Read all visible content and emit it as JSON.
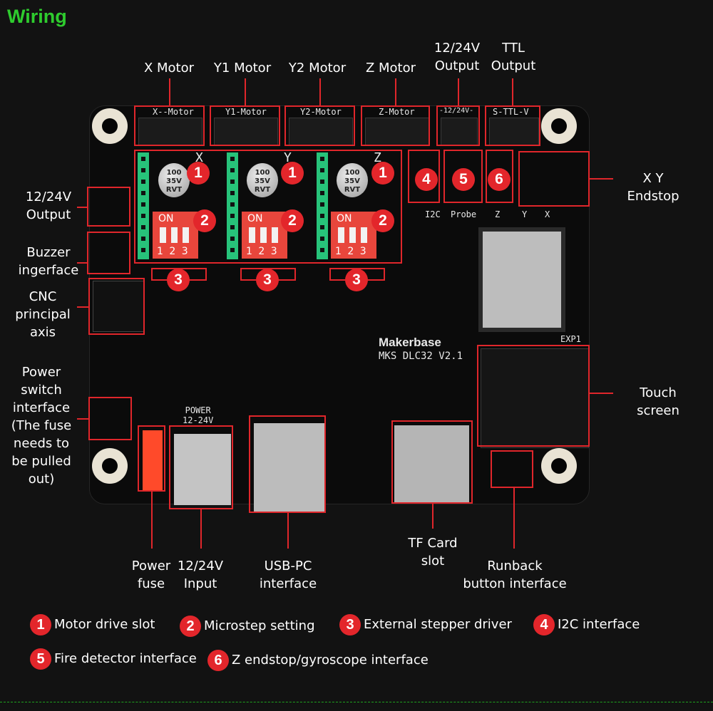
{
  "title": "Wiring",
  "top_labels": [
    "X Motor",
    "Y1 Motor",
    "Y2 Motor",
    "Z Motor",
    "12/24V\nOutput",
    "TTL\nOutput"
  ],
  "left_labels": [
    "12/24V\nOutput",
    "Buzzer\ningerface",
    "CNC\nprincipal\naxis",
    "Power\nswitch\ninterface\n(The fuse\nneeds to\nbe pulled\nout)"
  ],
  "right_labels": [
    "X Y Endstop",
    "Touch screen"
  ],
  "bottom_labels": [
    "Power\nfuse",
    "12/24V\nInput",
    "USB-PC\ninterface",
    "TF Card\nslot",
    "Runback\nbutton interface"
  ],
  "board": {
    "brand": "Makerbase",
    "model": "MKS DLC32 V2.1",
    "power_silk": "POWER\n12-24V",
    "connector_silk": [
      "X--Motor",
      "Y1-Motor",
      "Y2-Motor",
      "Z-Motor",
      "-12/24V-",
      "S-TTL-V"
    ],
    "endstop_silk": [
      "I2C",
      "Probe",
      "Z",
      "Y",
      "X"
    ],
    "exp_silk": "EXP1",
    "axis_silk": [
      "X",
      "Y",
      "Z"
    ],
    "dip_on": "ON",
    "dip_nums": "1 2 3",
    "cap_text": "100\n35V\nRVT"
  },
  "legend": [
    {
      "num": "1",
      "text": "Motor drive slot"
    },
    {
      "num": "2",
      "text": "Microstep setting"
    },
    {
      "num": "3",
      "text": "External stepper driver"
    },
    {
      "num": "4",
      "text": "I2C interface"
    },
    {
      "num": "5",
      "text": "Fire detector interface"
    },
    {
      "num": "6",
      "text": "Z endstop/gyroscope interface"
    }
  ],
  "colors": {
    "accent": "#e0262b",
    "title": "#2ecc2e",
    "background": "#121212"
  }
}
